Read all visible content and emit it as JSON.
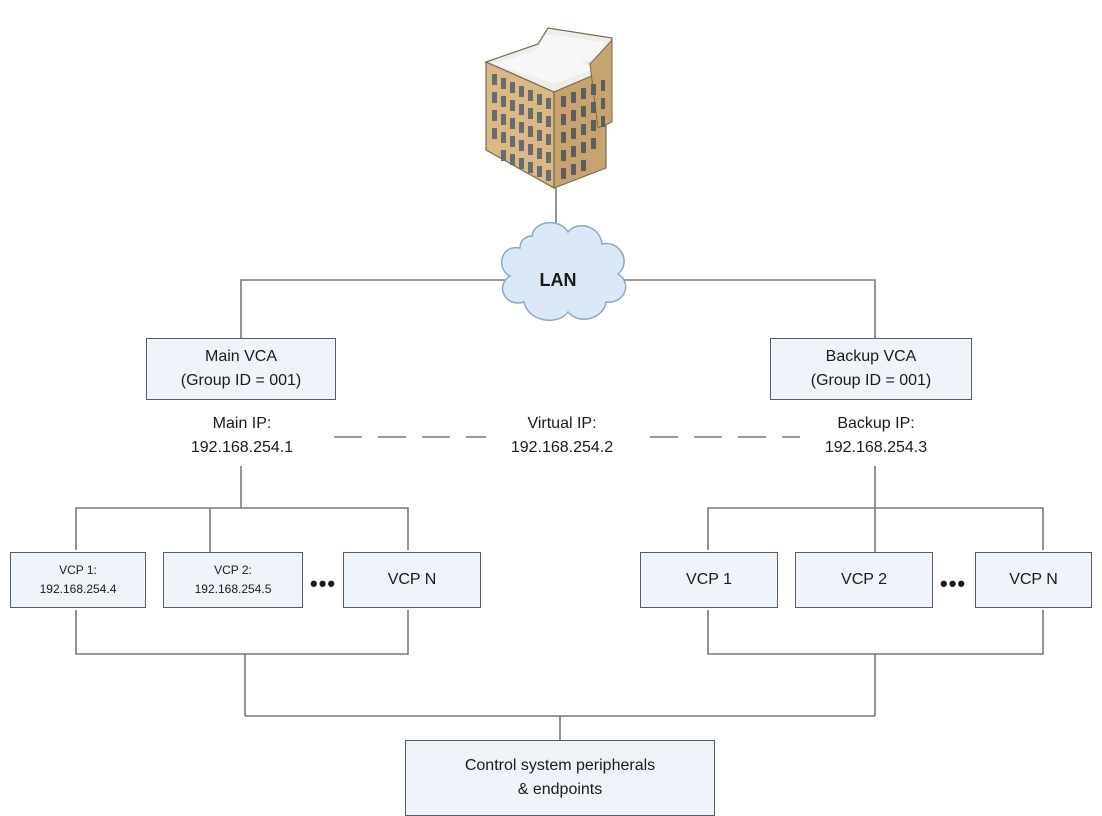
{
  "network": {
    "lan_label": "LAN"
  },
  "main_vca": {
    "title": "Main VCA",
    "group": "(Group ID = 001)",
    "ip_label": "Main IP:",
    "ip": "192.168.254.1"
  },
  "backup_vca": {
    "title": "Backup VCA",
    "group": "(Group ID = 001)",
    "ip_label": "Backup IP:",
    "ip": "192.168.254.3"
  },
  "virtual": {
    "label": "Virtual IP:",
    "ip": "192.168.254.2"
  },
  "main_vcps": [
    {
      "name": "VCP 1:",
      "ip": "192.168.254.4"
    },
    {
      "name": "VCP 2:",
      "ip": "192.168.254.5"
    },
    {
      "name": "VCP N",
      "ip": ""
    }
  ],
  "backup_vcps": [
    {
      "name": "VCP 1"
    },
    {
      "name": "VCP 2"
    },
    {
      "name": "VCP N"
    }
  ],
  "ellipsis": "•••",
  "peripherals": {
    "line1": "Control system peripherals",
    "line2": "& endpoints"
  },
  "colors": {
    "box_fill": "#eef4f9",
    "box_border": "#555d66",
    "line": "#777777",
    "building": "#d8b784",
    "cloud": "#dbe9f6"
  }
}
